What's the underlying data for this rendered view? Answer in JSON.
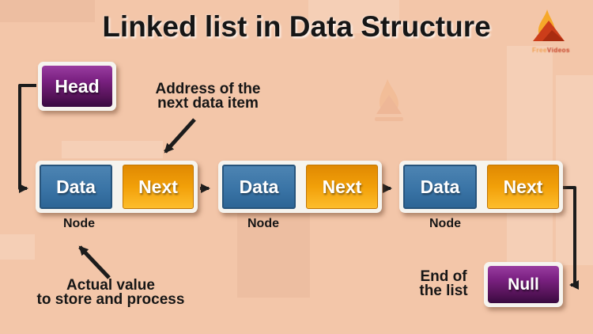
{
  "title": "Linked list in Data Structure",
  "head_box": {
    "label": "Head"
  },
  "null_box": {
    "label": "Null"
  },
  "nodes": [
    {
      "data_label": "Data",
      "next_label": "Next",
      "caption": "Node"
    },
    {
      "data_label": "Data",
      "next_label": "Next",
      "caption": "Node"
    },
    {
      "data_label": "Data",
      "next_label": "Next",
      "caption": "Node"
    }
  ],
  "annotations": {
    "address_pointer": {
      "line1": "Address of the",
      "line2": "next data item"
    },
    "actual_value": {
      "line1": "Actual value",
      "line2": "to store and process"
    },
    "end_of_list": {
      "line1": "End of",
      "line2": "the list"
    }
  },
  "logo": {
    "word1": "Free",
    "word2": "Videos"
  },
  "colors": {
    "background": "#f3c6a9",
    "data_box_blue": "#3a74a6",
    "next_box_orange": "#f2a009",
    "pointer_box_purple": "#7b2182",
    "node_container_white": "#f6f4ef",
    "arrow_black": "#1c1c1c",
    "title_text": "#161616"
  }
}
